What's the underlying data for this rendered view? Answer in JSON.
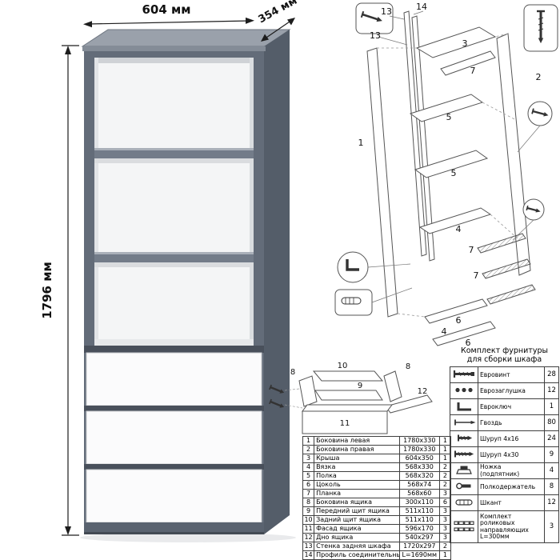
{
  "dimensions": {
    "width": "604 мм",
    "depth": "354 мм",
    "height": "1796 мм"
  },
  "exploded": {
    "callouts": [
      "14",
      "13",
      "13",
      "3",
      "7",
      "2",
      "1",
      "5",
      "5",
      "4",
      "7",
      "7",
      "6",
      "4",
      "6"
    ]
  },
  "drawer_diagram": {
    "callouts": [
      "10",
      "8",
      "8",
      "9",
      "11",
      "12"
    ]
  },
  "parts_table": {
    "rows": [
      {
        "num": "1",
        "name": "Боковина левая",
        "size": "1780x330",
        "qty": "1"
      },
      {
        "num": "2",
        "name": "Боковина правая",
        "size": "1780x330",
        "qty": "1"
      },
      {
        "num": "3",
        "name": "Крыша",
        "size": "604x350",
        "qty": "1"
      },
      {
        "num": "4",
        "name": "Вязка",
        "size": "568x330",
        "qty": "2"
      },
      {
        "num": "5",
        "name": "Полка",
        "size": "568x320",
        "qty": "2"
      },
      {
        "num": "6",
        "name": "Цоколь",
        "size": "568x74",
        "qty": "2"
      },
      {
        "num": "7",
        "name": "Планка",
        "size": "568x60",
        "qty": "3"
      },
      {
        "num": "8",
        "name": "Боковина ящика",
        "size": "300x110",
        "qty": "6"
      },
      {
        "num": "9",
        "name": "Передний щит ящика",
        "size": "511x110",
        "qty": "3"
      },
      {
        "num": "10",
        "name": "Задний щит ящика",
        "size": "511x110",
        "qty": "3"
      },
      {
        "num": "11",
        "name": "Фасад ящика",
        "size": "596x170",
        "qty": "3"
      },
      {
        "num": "12",
        "name": "Дно ящика",
        "size": "540x297",
        "qty": "3"
      },
      {
        "num": "13",
        "name": "Стенка задняя шкафа",
        "size": "1720x297",
        "qty": "2"
      },
      {
        "num": "14",
        "name": "Профиль соединительный",
        "size": "L=1690мм",
        "qty": "1"
      }
    ]
  },
  "hardware": {
    "title_line1": "Комплект фурнитуры",
    "title_line2": "для сборки шкафа",
    "items": [
      {
        "name": "Евровинт",
        "qty": "28",
        "icon": "confirmat-screw"
      },
      {
        "name": "Еврозаглушка",
        "qty": "12",
        "icon": "screw-caps"
      },
      {
        "name": "Евроключ",
        "qty": "1",
        "icon": "hex-key"
      },
      {
        "name": "Гвоздь",
        "qty": "80",
        "icon": "nail"
      },
      {
        "name": "Шуруп 4x16",
        "qty": "24",
        "icon": "screw"
      },
      {
        "name": "Шуруп 4x30",
        "qty": "9",
        "icon": "screw-long"
      },
      {
        "name": "Ножка (подпятник)",
        "qty": "4",
        "icon": "furniture-foot"
      },
      {
        "name": "Полкодержатель",
        "qty": "8",
        "icon": "shelf-pin"
      },
      {
        "name": "Шкант",
        "qty": "12",
        "icon": "dowel"
      },
      {
        "name": "Комплект роликовых направляющих L=300мм",
        "qty": "3",
        "icon": "drawer-rail"
      }
    ]
  },
  "colors": {
    "carcass_gray": "#636c79",
    "side_gray": "#545d69",
    "top_gray": "#9aa1ab",
    "drawer_white": "#fbfbfc",
    "line": "#3f3f3f"
  }
}
